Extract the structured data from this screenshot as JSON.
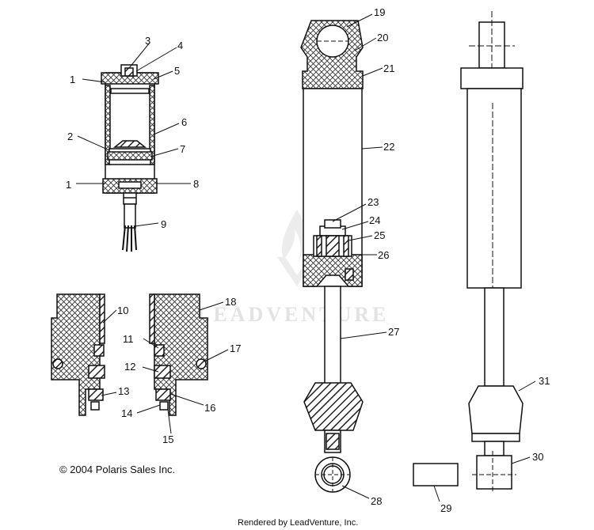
{
  "copyright": "© 2004 Polaris Sales Inc.",
  "footer": "Rendered by LeadVenture, Inc.",
  "watermark": "LEADVENTURE",
  "callouts": [
    "1",
    "2",
    "3",
    "4",
    "5",
    "6",
    "7",
    "1",
    "8",
    "9",
    "10",
    "11",
    "12",
    "13",
    "14",
    "15",
    "16",
    "17",
    "18",
    "19",
    "20",
    "21",
    "22",
    "23",
    "24",
    "25",
    "26",
    "27",
    "28",
    "29",
    "30",
    "31"
  ]
}
